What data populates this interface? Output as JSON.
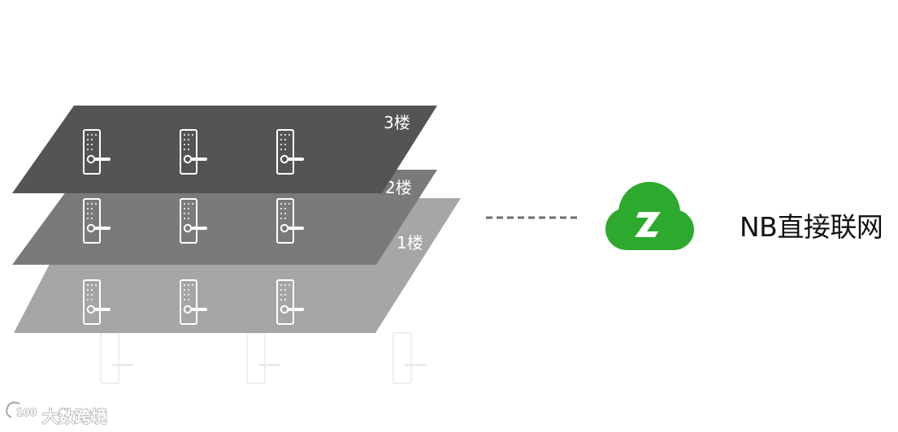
{
  "floors": [
    {
      "label": "1楼",
      "color": "#a6a6a6",
      "lock_count": 3
    },
    {
      "label": "2楼",
      "color": "#7a7a7a",
      "lock_count": 3
    },
    {
      "label": "3楼",
      "color": "#545454",
      "lock_count": 3
    }
  ],
  "connection": {
    "style": "dashed",
    "color": "#6e6e6e"
  },
  "cloud": {
    "color": "#2daa2d",
    "icon": "cloud-z-logo-icon"
  },
  "nb_label": "NB直接联网",
  "watermark": {
    "logo_text": "100",
    "brand_text": "大数跨境"
  }
}
